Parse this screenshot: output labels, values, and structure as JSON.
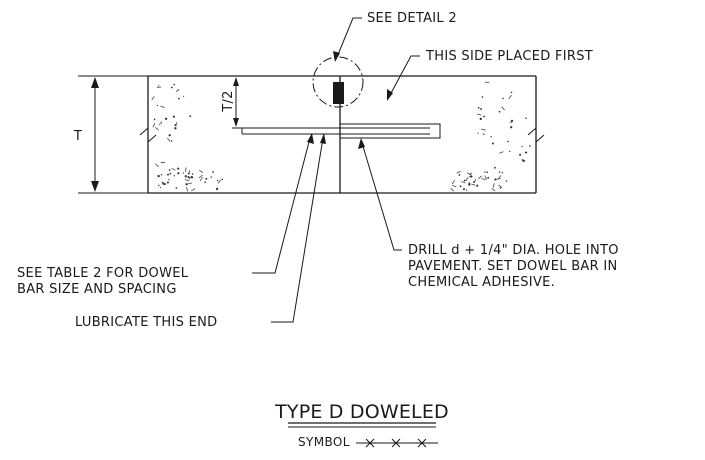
{
  "detail": {
    "dimension_thickness": "T",
    "dimension_half": "T/2",
    "callout_see_detail": "SEE DETAIL 2",
    "callout_side_placed": "THIS SIDE PLACED FIRST",
    "callout_table_line1": "SEE TABLE 2 FOR DOWEL",
    "callout_table_line2": "BAR SIZE AND SPACING",
    "callout_lubricate": "LUBRICATE THIS END",
    "callout_drill_line1": "DRILL d + 1/4\" DIA. HOLE INTO",
    "callout_drill_line2": "PAVEMENT. SET DOWEL BAR IN",
    "callout_drill_line3": "CHEMICAL ADHESIVE."
  },
  "title_block": {
    "title": "TYPE D DOWELED",
    "symbol_label": "SYMBOL"
  }
}
